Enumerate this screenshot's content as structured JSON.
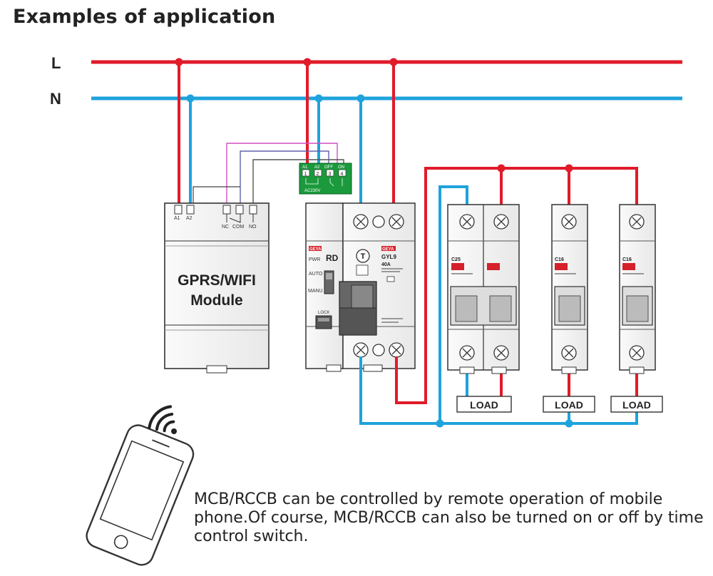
{
  "title": "Examples of application",
  "lines": {
    "live": "L",
    "neutral": "N"
  },
  "colors": {
    "live": "#e01b2a",
    "neutral": "#1ea3dc",
    "relay_block": "#1a9a3c",
    "brand_red": "#d6202a"
  },
  "module": {
    "title_line1": "GPRS/WIFI",
    "title_line2": "Module",
    "terminal_a1": "A1",
    "terminal_a2": "A2",
    "terminal_nc": "NC",
    "terminal_com": "COM",
    "terminal_no": "NO"
  },
  "relay_block": {
    "t_a1": "A1",
    "t_a2": "A2",
    "t_off": "OFF",
    "t_on": "ON",
    "n1": "1",
    "n2": "2",
    "n3": "3",
    "n4": "4",
    "voltage": "AC230V"
  },
  "rd_unit": {
    "brand": "GEYA",
    "name": "RD",
    "pwr": "PWR",
    "auto": "AUTO",
    "manu": "MANU",
    "lock": "LOCK"
  },
  "rccb": {
    "brand": "GEYA",
    "model": "GYL9",
    "rating": "40A",
    "test": "T"
  },
  "mcbs": [
    {
      "rating": "C25"
    },
    {
      "rating": "C16"
    },
    {
      "rating": "C16"
    }
  ],
  "loads": [
    "LOAD",
    "LOAD",
    "LOAD"
  ],
  "caption": "MCB/RCCB can be controlled by remote operation of mobile phone.Of course, MCB/RCCB can also be turned on or off by time control switch.",
  "icons": {
    "phone": "smartphone-icon",
    "wifi": "wifi-icon"
  }
}
